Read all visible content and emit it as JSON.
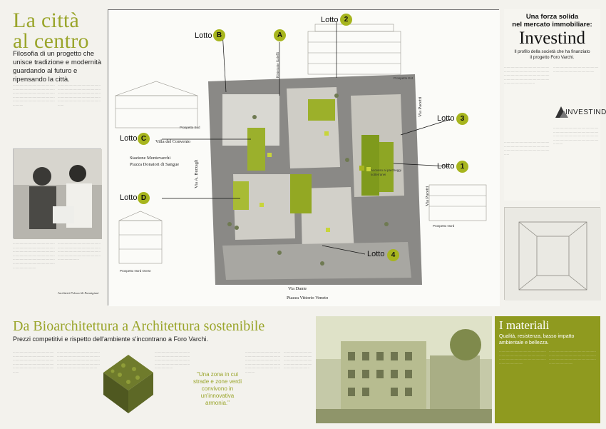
{
  "header": {
    "title_line1": "La città",
    "title_line2": "al centro",
    "subtitle": "Filosofia di un progetto che unisce tradizione e modernità guardando al futuro e ripensando la città."
  },
  "captions": {
    "photo_caption": "Architetti Polsoni & Pannigiani"
  },
  "map": {
    "lotto_labels": [
      {
        "text": "Lotto",
        "badge": "2"
      },
      {
        "text": "Lotto",
        "badge": "B"
      },
      {
        "text": "",
        "badge": "A"
      },
      {
        "text": "Lotto",
        "badge": "3"
      },
      {
        "text": "Lotto",
        "badge": "C"
      },
      {
        "text": "Lotto",
        "badge": "1"
      },
      {
        "text": "Lotto",
        "badge": "D"
      },
      {
        "text": "Lotto",
        "badge": "4"
      }
    ],
    "street_labels": {
      "villa": "Villa del Convento",
      "stazione": "Stazione Montevarchi",
      "piazza_donatori": "Piazza Donatori di Sangue",
      "via_burzagli": "Via A. Burzagli",
      "via_pacetti": "Via Pacetti",
      "via_pacetti2": "Via Pacetti",
      "via_dante": "Via Dante",
      "piazza_varchi": "Piazza Vittorio Veneto",
      "ristorante": "Ristorante Galeffi"
    },
    "prospect_labels": {
      "sud": "Prospetto Sud",
      "est": "Prospetto Est",
      "nord_ovest": "Prospetto Nord Ovest",
      "nord": "Prospetto Nord"
    },
    "parking_note": "Accesso ai parcheggi sotterranei"
  },
  "investind": {
    "tagline_line1": "Una forza solida",
    "tagline_line2": "nel mercato immobiliare:",
    "name": "Investind",
    "desc_line1": "Il profilo della società che ha finanziato",
    "desc_line2": "il progetto Foro Varchi.",
    "logo_text": "INVESTIND"
  },
  "section2": {
    "title": "Da Bioarchitettura a Architettura sostenibile",
    "subtitle": "Prezzi competitivi e rispetto dell'ambiente s'incontrano a Foro Varchi.",
    "quote": "\"Una zona in cui strade e zone verdi convivono in un'innovativa armonia.\""
  },
  "materials": {
    "title": "I materiali",
    "subtitle_line1": "Qualità, resistenza, basso impatto",
    "subtitle_line2": "ambientale e bellezza."
  },
  "colors": {
    "accent_green": "#9aa52b",
    "banner_green": "#8f9a1f",
    "badge_green": "#a7b51e"
  }
}
